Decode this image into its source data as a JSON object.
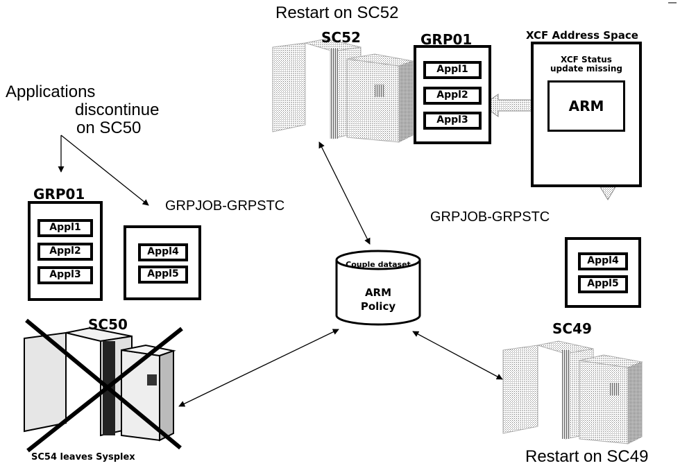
{
  "labels": {
    "restart_sc52": "Restart on SC52",
    "restart_sc49": "Restart on SC49",
    "applications_discontinue": [
      "Applications",
      "discontinue",
      "on SC50"
    ],
    "grpjob_left": "GRPJOB-GRPSTC",
    "grpjob_right": "GRPJOB-GRPSTC",
    "sc52": "SC52",
    "sc50": "SC50",
    "sc49": "SC49",
    "sc54_leaves": "SC54 leaves Sysplex"
  },
  "groups": {
    "left": {
      "name": "GRP01",
      "apps": [
        "Appl1",
        "Appl2",
        "Appl3"
      ]
    },
    "top": {
      "name": "GRP01",
      "apps": [
        "Appl1",
        "Appl2",
        "Appl3"
      ]
    },
    "left_grpstc_apps": [
      "Appl4",
      "Appl5"
    ],
    "right_grpstc_apps": [
      "Appl4",
      "Appl5"
    ]
  },
  "xcf": {
    "title": "XCF Address Space",
    "status": [
      "XCF Status",
      "update missing"
    ],
    "arm": "ARM"
  },
  "couple_dataset": {
    "label": "Couple dataset",
    "policy": [
      "ARM",
      "Policy"
    ]
  }
}
